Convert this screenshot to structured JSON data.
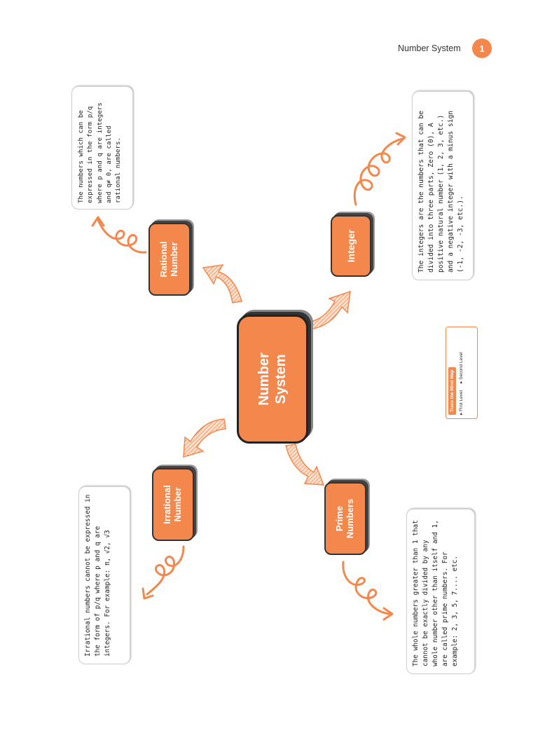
{
  "header": {
    "title": "Number System",
    "page_number": "1"
  },
  "central": {
    "label": "Number System"
  },
  "nodes": {
    "rational": "Rational Number",
    "integer": "Integer",
    "irrational": "Irrational Number",
    "prime": "Prime Numbers"
  },
  "notes": {
    "rational": "The numbers which can be expressed in the form p/q where p and q are integers and q≠ 0, are called rational numbers.",
    "integer": "The integers are the numbers that can be divided into three parts, Zero (0), A positive natural number (1, 2, 3, etc.) and a negative integer with a minus sign (-1, -2, -3, etc.).",
    "irrational": "Irrational numbers cannot be expressed in the form of p/q where p and q are integers. For example: π, √2, √3",
    "prime": "The whole numbers greater than 1 that cannot be exactly divided by any whole number other than itself and 1, are called prime numbers. For example: 2, 3, 5, 7.... etc."
  },
  "legend": {
    "title": "Trace the Mind Map",
    "first_level": "First Level",
    "second_level": "Second Level"
  },
  "colors": {
    "accent": "#f4874b",
    "outline": "#333333"
  }
}
